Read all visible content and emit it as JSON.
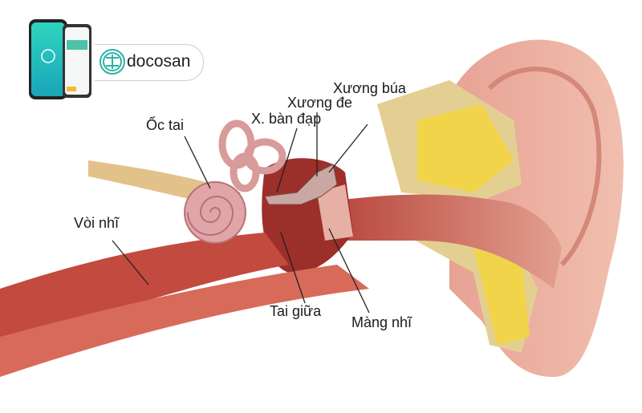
{
  "brand": {
    "name": "docosan",
    "accent": "#2bb3a6"
  },
  "labels": {
    "cochlea": "Ốc tai",
    "stapes": "X. bàn đạp",
    "incus": "Xương đe",
    "malleus": "Xương búa",
    "eustachian_tube": "Vòi nhĩ",
    "middle_ear": "Tai giữa",
    "eardrum": "Màng nhĩ"
  }
}
